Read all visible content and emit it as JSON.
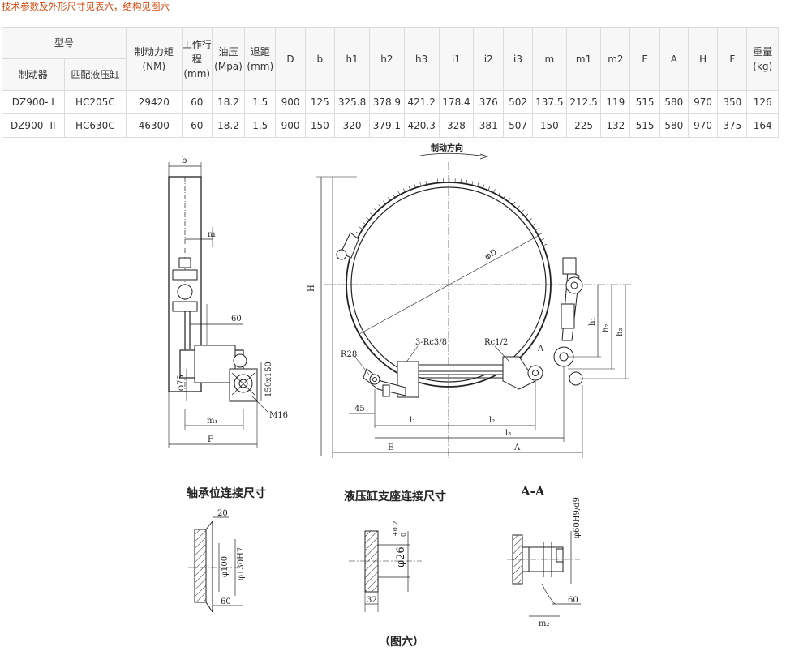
{
  "intro": "技术参数及外形尺寸见表六，结构见图六",
  "table": {
    "group_header": "型号",
    "sub_headers": [
      "制动器",
      "匹配液压缸"
    ],
    "headers": [
      {
        "top": "制动力矩",
        "bottom": "(NM)"
      },
      {
        "top": "工作行",
        "mid": "程",
        "bottom": "(mm)"
      },
      {
        "top": "油压",
        "bottom": "(Mpa)"
      },
      {
        "top": "退距",
        "bottom": "(mm)"
      },
      {
        "top": "D"
      },
      {
        "top": "b"
      },
      {
        "top": "h1"
      },
      {
        "top": "h2"
      },
      {
        "top": "h3"
      },
      {
        "top": "i1"
      },
      {
        "top": "i2"
      },
      {
        "top": "i3"
      },
      {
        "top": "m"
      },
      {
        "top": "m1"
      },
      {
        "top": "m2"
      },
      {
        "top": "E"
      },
      {
        "top": "A"
      },
      {
        "top": "H"
      },
      {
        "top": "F"
      },
      {
        "top": "重量",
        "bottom": "(kg)"
      }
    ],
    "rows": [
      [
        "DZ900- I",
        "HC205C",
        "29420",
        "60",
        "18.2",
        "1.5",
        "900",
        "125",
        "325.8",
        "378.9",
        "421.2",
        "178.4",
        "376",
        "502",
        "137.5",
        "212.5",
        "119",
        "515",
        "580",
        "970",
        "350",
        "126"
      ],
      [
        "DZ900- II",
        "HC630C",
        "46300",
        "60",
        "18.2",
        "1.5",
        "900",
        "150",
        "320",
        "379.1",
        "420.3",
        "328",
        "381",
        "507",
        "150",
        "225",
        "132",
        "515",
        "580",
        "970",
        "375",
        "164"
      ]
    ]
  },
  "drawing": {
    "labels": {
      "direction": "制动方向",
      "b": "b",
      "m": "m",
      "d60": "60",
      "phi75": "φ75",
      "s150": "150x150",
      "m16": "M16",
      "m1": "m₁",
      "F": "F",
      "H": "H",
      "phiD": "φD",
      "rc38": "3-Rc3/8",
      "rc12": "Rc1/2",
      "r28": "R28",
      "d45": "45",
      "l1": "l₁",
      "l2": "l₂",
      "l3": "l₃",
      "E": "E",
      "A": "A",
      "h1": "h₁",
      "h2": "h₂",
      "h3": "h₃",
      "Amark": "A",
      "d20": "20",
      "phi100": "φ100",
      "phi130": "φ130H7",
      "d60b": "60",
      "phi26": "φ26",
      "tol": "+0.2",
      "tol0": "0",
      "d32": "32",
      "phi60": "φ60H9/d9",
      "d60c": "60",
      "m2": "m₂"
    },
    "titles": {
      "bearing": "轴承位连接尺寸",
      "cylinder": "液压缸支座连接尺寸",
      "section": "A-A"
    },
    "caption": "（图六）"
  }
}
